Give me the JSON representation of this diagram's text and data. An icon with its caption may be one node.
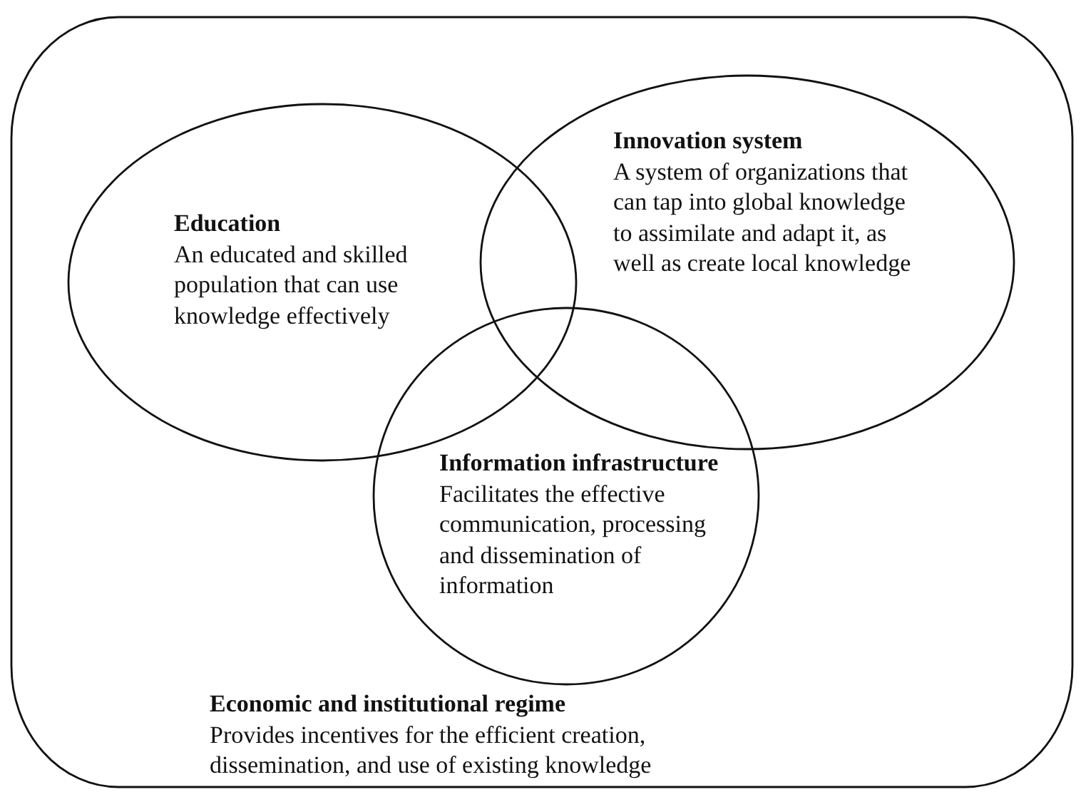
{
  "diagram": {
    "nodes": [
      {
        "text": [
          "Economic and institutional regime",
          "Provides incentives for the efficient creation, dissemination, and use of existing knowledge"
        ]
      },
      {
        "text": [
          "Education",
          "An educated and skilled population that can use knowledge effectively"
        ],
        "in": 0
      },
      {
        "text": [
          "Innovation system",
          "A system of organizations that can tap into global knowledge to assimilate and adapt it, as well as create local knowledge"
        ],
        "in": 0
      },
      {
        "text": [
          "Information infrastructure",
          "Facilitates the effective communication, processing and dissemination of information"
        ],
        "in": 0
      }
    ]
  }
}
